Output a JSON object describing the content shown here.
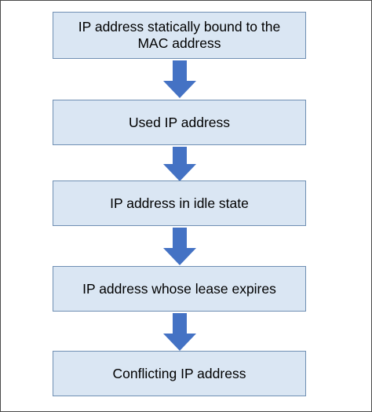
{
  "flow": {
    "steps": [
      {
        "label": "IP address statically bound to the MAC address"
      },
      {
        "label": "Used IP address"
      },
      {
        "label": "IP address in idle state"
      },
      {
        "label": "IP address whose lease expires"
      },
      {
        "label": "Conflicting IP address"
      }
    ],
    "colors": {
      "box_fill": "#dae6f3",
      "box_border": "#6f8fb3",
      "arrow_fill": "#4472c4",
      "frame_border": "#4a4a4a"
    }
  }
}
